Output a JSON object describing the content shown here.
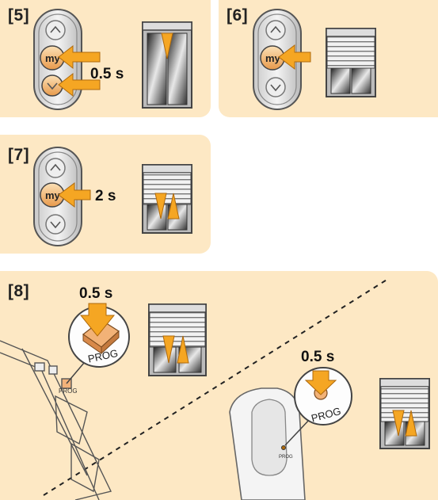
{
  "steps": [
    {
      "id": "5",
      "label": "[5]",
      "duration": "0.5 s",
      "buttons": [
        "up-button",
        "my-button",
        "down-button"
      ]
    },
    {
      "id": "6",
      "label": "[6]",
      "buttons": [
        "up-button",
        "my-button",
        "down-button"
      ]
    },
    {
      "id": "7",
      "label": "[7]",
      "duration": "2 s",
      "buttons": [
        "up-button",
        "my-button",
        "down-button"
      ]
    },
    {
      "id": "8",
      "label": "[8]",
      "duration_a": "0.5 s",
      "duration_b": "0.5 s",
      "button_text_a": "PROG",
      "button_text_b": "PROG",
      "small_text_a": "PROG",
      "small_text_b": "PROG"
    }
  ],
  "remote_buttons": {
    "my": "my"
  },
  "colors": {
    "panel": "#fde8c4",
    "arrow": "#f5a623",
    "my_button": "#f9c98a",
    "step8_bg": "#fde8c4"
  }
}
